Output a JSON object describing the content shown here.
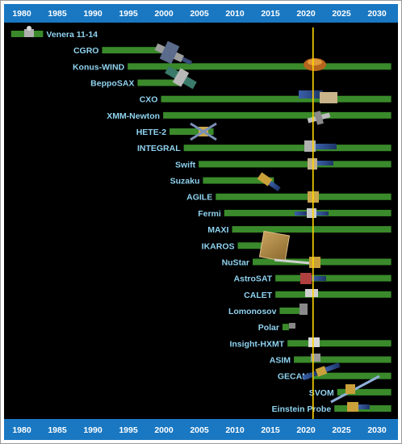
{
  "chart_data": {
    "type": "bar",
    "chart_kind": "timeline (horizontal range bars)",
    "title": "",
    "xlabel": "",
    "ylabel": "",
    "x_ticks": [
      1980,
      1985,
      1990,
      1995,
      2000,
      2005,
      2010,
      2015,
      2020,
      2025,
      2030
    ],
    "xlim": [
      1978.5,
      2032.0
    ],
    "grid": false,
    "axis_band_color": "#1a78c2",
    "plot_background": "#000000",
    "bar_color": "#3a8a2b",
    "label_color": "#8fd3f0",
    "current_year_marker": {
      "x": 2021.0,
      "color": "#ffd400"
    },
    "missions": [
      {
        "name": "Venera 11-14",
        "start": 1978.5,
        "end": 1983.0,
        "label_side": "right"
      },
      {
        "name": "CGRO",
        "start": 1991.3,
        "end": 2000.4,
        "label_side": "left"
      },
      {
        "name": "Konus-WIND",
        "start": 1994.9,
        "end": 2032.0,
        "label_side": "left"
      },
      {
        "name": "BeppoSAX",
        "start": 1996.3,
        "end": 2002.3,
        "label_side": "left"
      },
      {
        "name": "CXO",
        "start": 1999.6,
        "end": 2032.0,
        "label_side": "left"
      },
      {
        "name": "XMM-Newton",
        "start": 1999.9,
        "end": 2032.0,
        "label_side": "left"
      },
      {
        "name": "HETE-2",
        "start": 2000.8,
        "end": 2007.0,
        "label_side": "left"
      },
      {
        "name": "INTEGRAL",
        "start": 2002.8,
        "end": 2032.0,
        "label_side": "left"
      },
      {
        "name": "Swift",
        "start": 2004.9,
        "end": 2032.0,
        "label_side": "left"
      },
      {
        "name": "Suzaku",
        "start": 2005.5,
        "end": 2015.5,
        "label_side": "left"
      },
      {
        "name": "AGILE",
        "start": 2007.3,
        "end": 2032.0,
        "label_side": "left"
      },
      {
        "name": "Fermi",
        "start": 2008.5,
        "end": 2032.0,
        "label_side": "left"
      },
      {
        "name": "MAXI",
        "start": 2009.6,
        "end": 2032.0,
        "label_side": "left"
      },
      {
        "name": "IKAROS",
        "start": 2010.4,
        "end": 2015.5,
        "label_side": "left"
      },
      {
        "name": "NuStar",
        "start": 2012.5,
        "end": 2032.0,
        "label_side": "left"
      },
      {
        "name": "AstroSAT",
        "start": 2015.7,
        "end": 2032.0,
        "label_side": "left"
      },
      {
        "name": "CALET",
        "start": 2015.7,
        "end": 2032.0,
        "label_side": "left"
      },
      {
        "name": "Lomonosov",
        "start": 2016.3,
        "end": 2019.6,
        "label_side": "left"
      },
      {
        "name": "Polar",
        "start": 2016.7,
        "end": 2017.6,
        "label_side": "left"
      },
      {
        "name": "Insight-HXMT",
        "start": 2017.4,
        "end": 2032.0,
        "label_side": "left"
      },
      {
        "name": "ASIM",
        "start": 2018.3,
        "end": 2032.0,
        "label_side": "left"
      },
      {
        "name": "GECAM",
        "start": 2020.9,
        "end": 2032.0,
        "label_side": "left"
      },
      {
        "name": "SVOM",
        "start": 2024.4,
        "end": 2032.0,
        "label_side": "left"
      },
      {
        "name": "Einstein Probe",
        "start": 2024.0,
        "end": 2032.0,
        "label_side": "left"
      }
    ]
  }
}
